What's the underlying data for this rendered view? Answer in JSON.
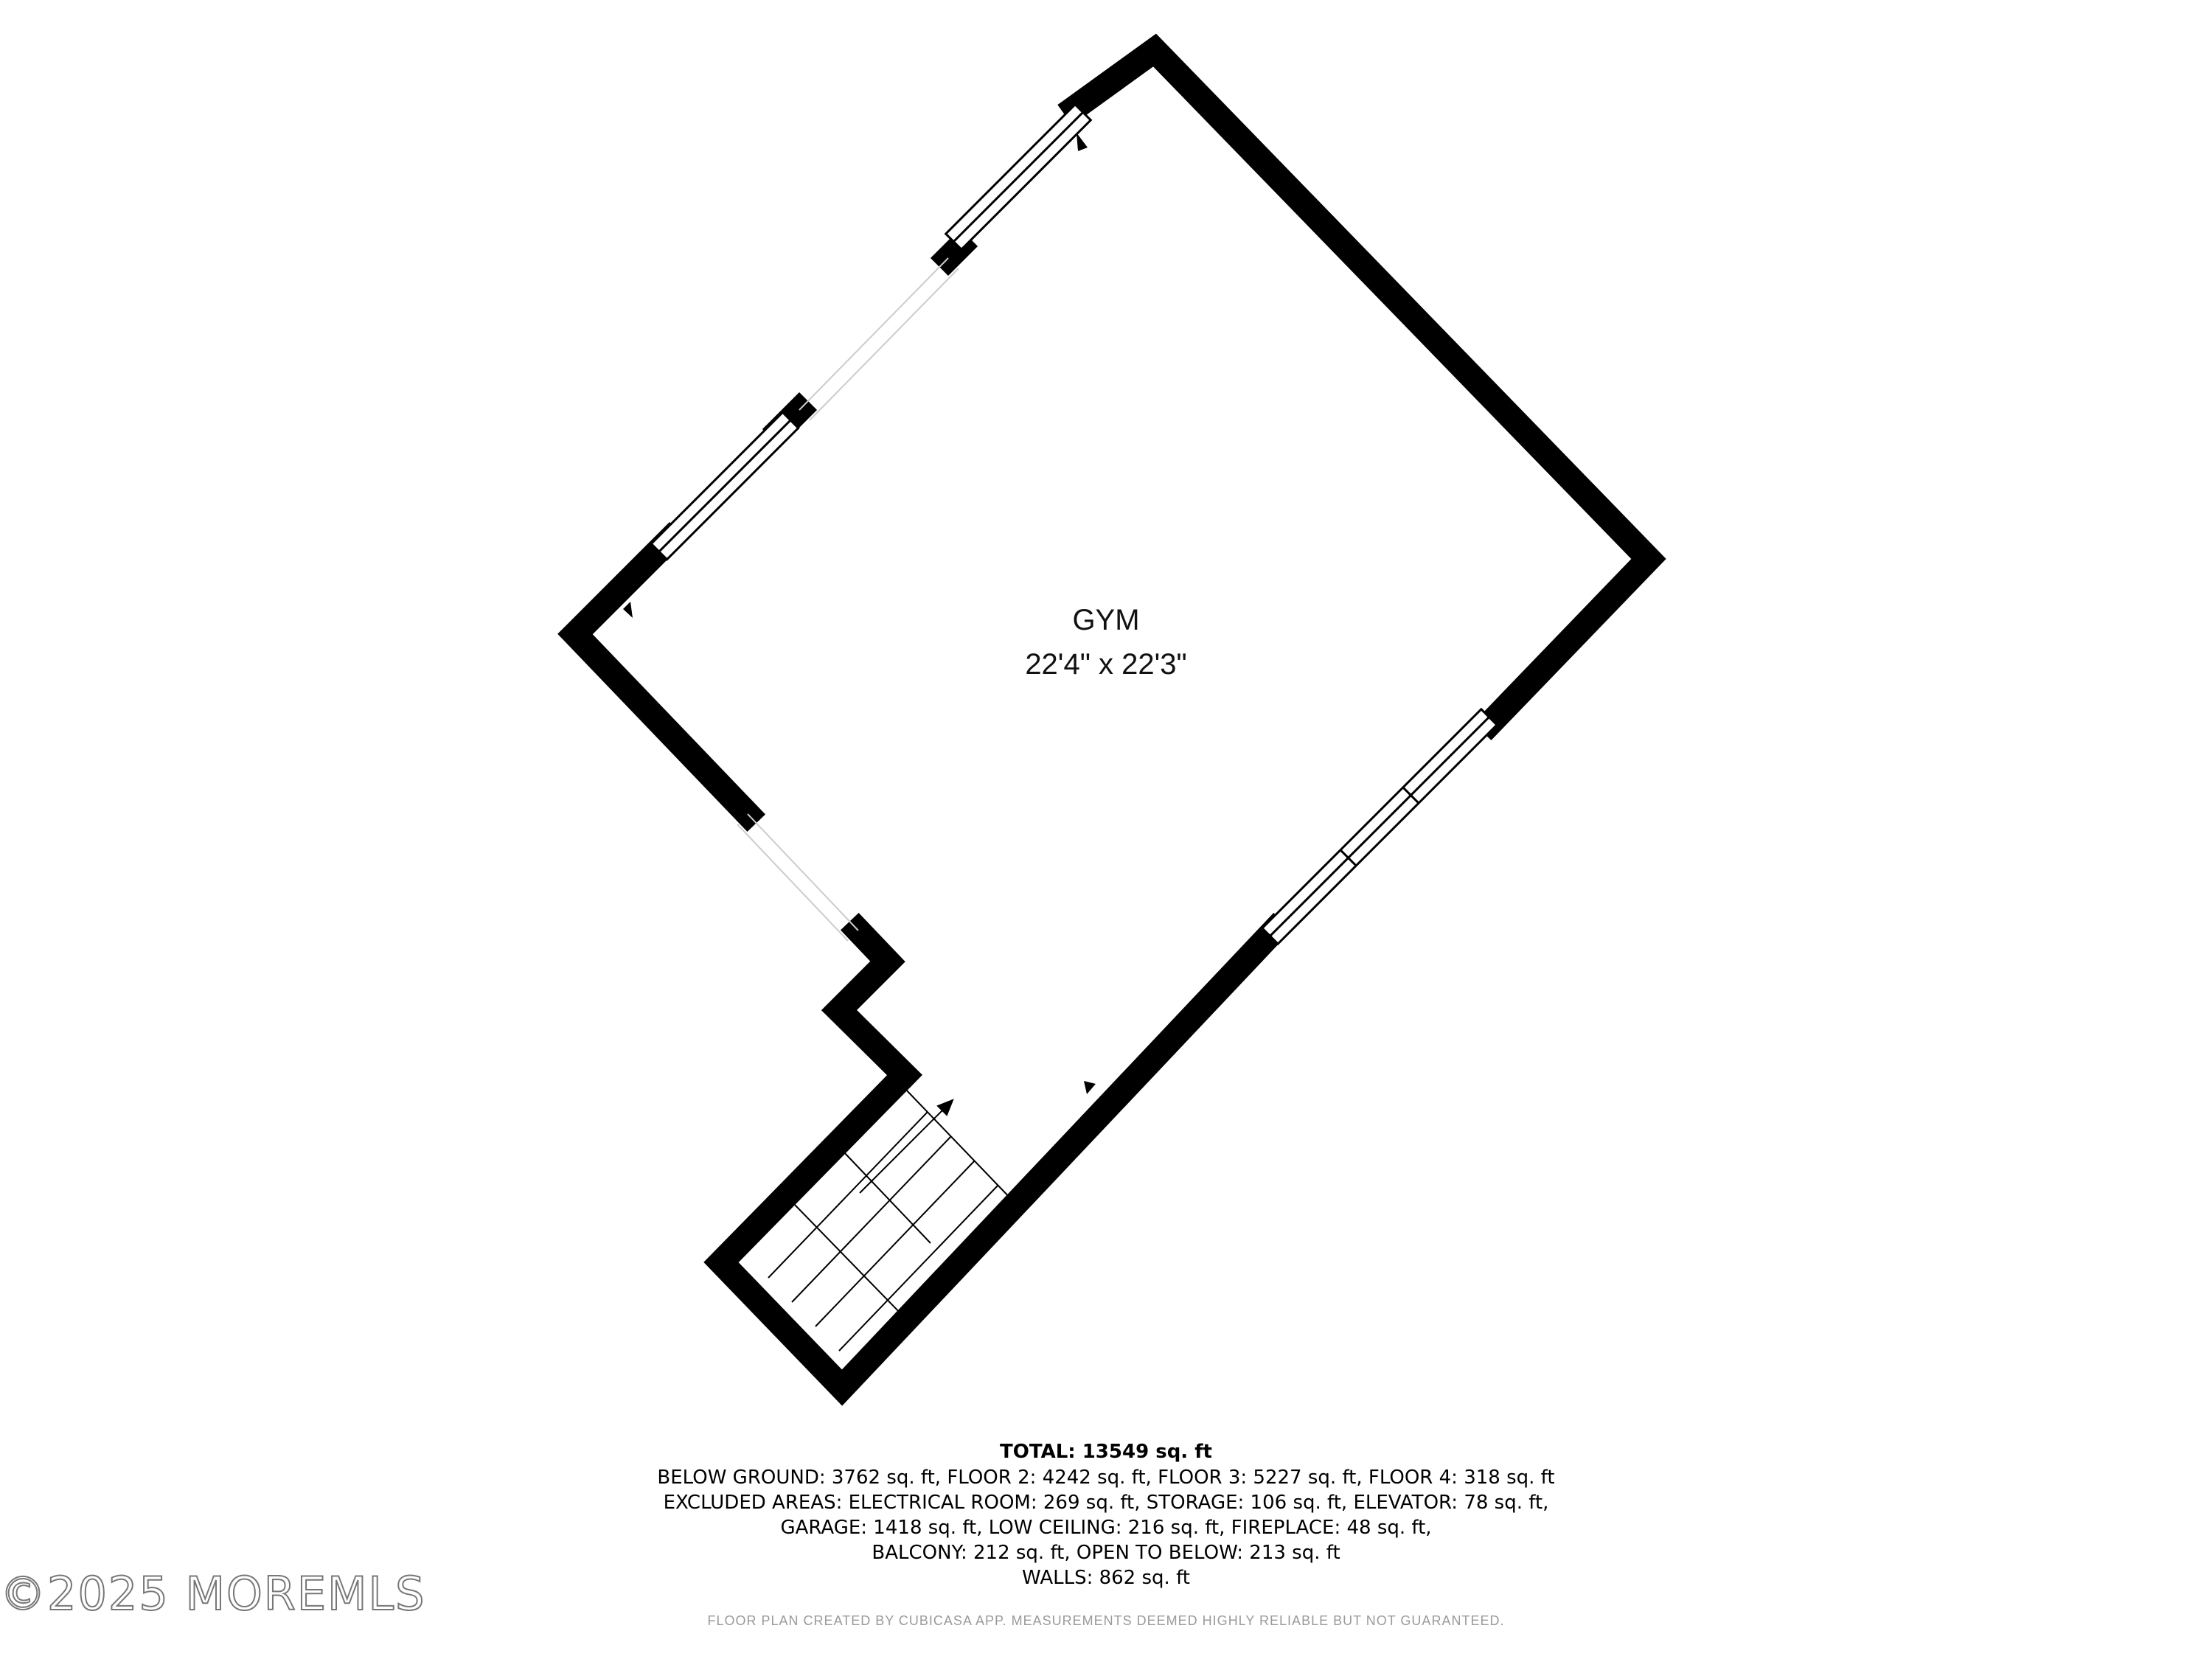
{
  "room": {
    "name": "GYM",
    "dimensions": "22'4\" x 22'3\""
  },
  "summary": {
    "total_label": "TOTAL: 13549 sq. ft",
    "lines": [
      "BELOW GROUND: 3762 sq. ft, FLOOR 2: 4242 sq. ft, FLOOR 3: 5227 sq. ft, FLOOR 4: 318 sq. ft",
      "EXCLUDED AREAS: ELECTRICAL ROOM: 269 sq. ft, STORAGE: 106 sq. ft, ELEVATOR: 78 sq. ft,",
      "GARAGE: 1418 sq. ft, LOW CEILING: 216 sq. ft, FIREPLACE: 48 sq. ft,",
      "BALCONY: 212 sq. ft, OPEN TO BELOW: 213 sq. ft",
      "WALLS: 862 sq. ft"
    ]
  },
  "watermark": "©2025 MOREMLS",
  "disclaimer": "FLOOR PLAN CREATED BY CUBICASA APP. MEASUREMENTS DEEMED HIGHLY RELIABLE BUT NOT GUARANTEED.",
  "colors": {
    "wall": "#000000",
    "background": "#ffffff",
    "watermark_outline": "#777777",
    "disclaimer": "#9a9a9a"
  }
}
